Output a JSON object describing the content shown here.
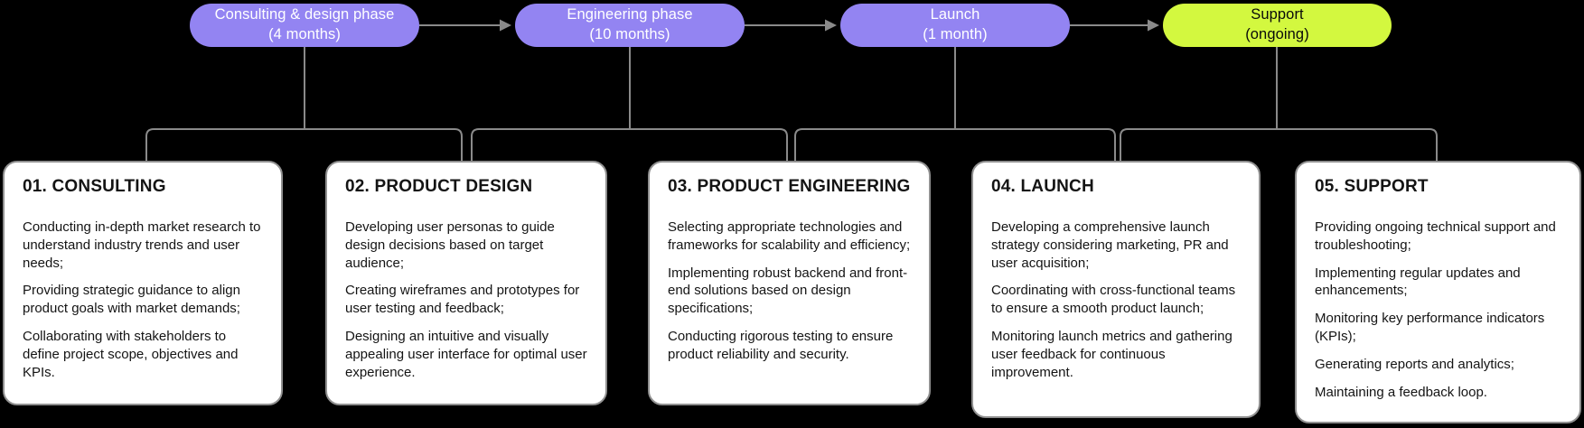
{
  "colors": {
    "background": "#000000",
    "pill_purple": "#9384f2",
    "pill_lime": "#d3f83f",
    "pill_text_light": "#ffffff",
    "pill_text_dark": "#0a0a0a",
    "connector": "#8a8a8a",
    "card_bg": "#ffffff",
    "card_border": "#909090",
    "card_text": "#141414"
  },
  "phases": [
    {
      "label": "Consulting & design phase",
      "duration": "(4 months)"
    },
    {
      "label": "Engineering phase",
      "duration": "(10 months)"
    },
    {
      "label": "Launch",
      "duration": "(1 month)"
    },
    {
      "label": "Support",
      "duration": "(ongoing)"
    }
  ],
  "cards": [
    {
      "title": "01. CONSULTING",
      "items": [
        "Conducting in-depth market research to understand industry trends and user needs;",
        "Providing strategic guidance to align product goals with market demands;",
        "Collaborating with stakeholders to define project scope, objectives and KPIs."
      ]
    },
    {
      "title": "02. PRODUCT DESIGN",
      "items": [
        "Developing user personas to guide design decisions based on target audience;",
        "Creating wireframes and prototypes for user testing and feedback;",
        "Designing an intuitive and visually appealing user interface for optimal user experience."
      ]
    },
    {
      "title": "03. PRODUCT ENGINEERING",
      "items": [
        "Selecting appropriate technologies and frameworks for scalability and efficiency;",
        "Implementing robust backend and front-end solutions based on design specifications;",
        "Conducting rigorous testing to ensure product reliability and security."
      ]
    },
    {
      "title": "04. LAUNCH",
      "items": [
        "Developing a comprehensive launch strategy considering marketing, PR and user acquisition;",
        "Coordinating with cross-functional teams to ensure a smooth product launch;",
        "Monitoring launch metrics and gathering user feedback for continuous improvement."
      ]
    },
    {
      "title": "05. SUPPORT",
      "items": [
        "Providing ongoing technical support and troubleshooting;",
        "Implementing regular updates and enhancements;",
        "Monitoring key performance indicators (KPIs);",
        "Generating reports and analytics;",
        "Maintaining a feedback loop."
      ]
    }
  ]
}
